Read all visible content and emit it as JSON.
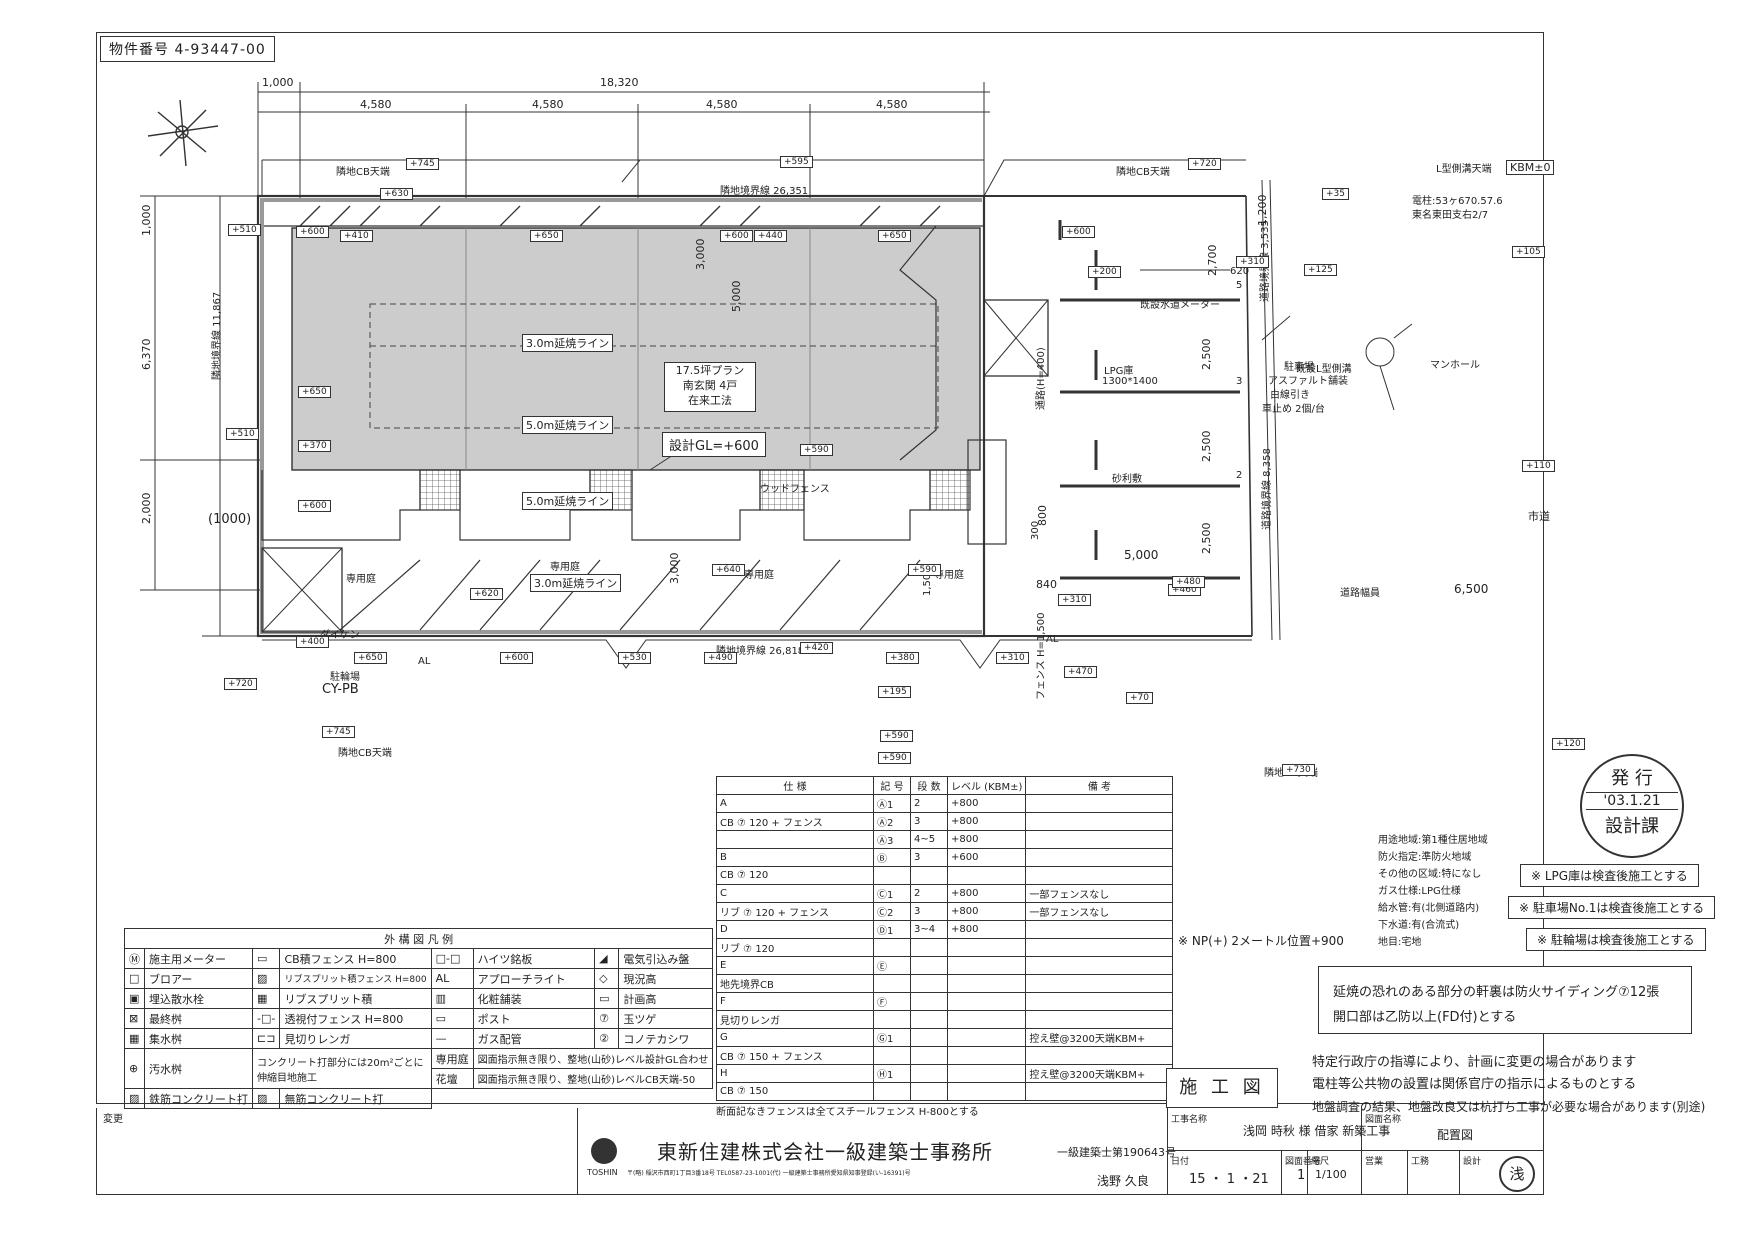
{
  "property_number": "物件番号 4-93447-00",
  "dims": {
    "total_width": "18,320",
    "left_offset": "1,000",
    "bay": "4,580",
    "top_boundary": "隣地境界線 26,351",
    "bottom_boundary": "隣地境界線 26,818",
    "left_boundary": "隣地境界線 11,867",
    "right_road_boundary": "道路境界線 8,358",
    "road_width": "6,500",
    "road_label": "道路幅員",
    "left_depth": "6,370",
    "left_lower": "2,000",
    "left_marker": "(1000)",
    "top_1000": "1,000",
    "parking_3000": "3,000",
    "parking_5000": "5,000",
    "parking_space_width": "5,000",
    "parking_2500_a": "2,500",
    "parking_2500_b": "2,500",
    "parking_2500_c": "2,500",
    "right_1200": "1,200",
    "right_2700": "2,700",
    "right_620": "620",
    "right_3535": "道路境界線 3,535",
    "plan_3000": "3,000",
    "rear_1500": "1,500",
    "right_840": "840",
    "right_800": "800",
    "right_300": "300",
    "num_3": "3",
    "num_2": "2",
    "num_5": "5"
  },
  "labels": {
    "cb_top_left": "隣地CB天端",
    "cb_top_right": "隣地CB天端",
    "cb_bottom_left": "隣地CB天端",
    "cb_bottom_right": "隣地CB天端",
    "bm": "L型側溝天端",
    "kbm": "KBM±0",
    "pole": "電柱:53ヶ670.57.6",
    "pole2": "東名東田支右2/7",
    "manhole": "マンホール",
    "road": "市道",
    "l_gutter": "既設L型側溝",
    "water_meter": "既設水道メーター",
    "lpg": "LPG庫",
    "lpg_size": "1300*1400",
    "parking": "駐車場",
    "asphalt": "アスファルト舗装",
    "white_line": "白線引き",
    "car_stop": "車止め 2個/台",
    "building": "17.5坪プラン",
    "building2": "南玄関 4戸",
    "building3": "在来工法",
    "gl": "設計GL=+600",
    "line_3m": "3.0m延焼ライン",
    "line_5m_a": "5.0m延焼ライン",
    "line_5m_b": "5.0m延焼ライン",
    "line_3m_b": "3.0m延焼ライン",
    "wood_fence": "ウッドフェンス",
    "private_garden": "専用庭",
    "private_garden2": "専用庭",
    "private_garden3": "専用庭",
    "private_garden4": "専用庭",
    "gravel": "砂利敷",
    "aisle": "通路(H=400)",
    "dust": "ダイケン",
    "bike": "駐輪場",
    "bike2": "CY-PB",
    "al": "AL",
    "al2": "AL",
    "fence_h": "フェンス H=1,500"
  },
  "levels": [
    "+745",
    "+595",
    "+720",
    "+35",
    "+630",
    "+510",
    "+600",
    "+410",
    "+650",
    "+600",
    "+440",
    "+650",
    "+600",
    "+200",
    "+310",
    "+125",
    "+105",
    "+650",
    "+510",
    "+590",
    "+370",
    "+600",
    "+640",
    "+590",
    "+310",
    "+400",
    "+650",
    "+620",
    "+600",
    "+530",
    "+490",
    "+420",
    "+380",
    "+310",
    "+470",
    "+460",
    "+480",
    "+195",
    "+70",
    "+590",
    "+745",
    "+590",
    "+730",
    "+120",
    "+720",
    "+110"
  ],
  "legend": {
    "title": "外 構 図 凡 例",
    "rows": [
      [
        "Ⓜ",
        "施主用メーター",
        "CB積フェンス H=800",
        "ハイツ銘板",
        "",
        "電気引込み盤"
      ],
      [
        "□",
        "ブロアー",
        "リブスプリット積フェンス H=800",
        "AL",
        "アプローチライト",
        "",
        "現況高"
      ],
      [
        "▣",
        "埋込散水栓",
        "リブスプリット積",
        "",
        "化粧舗装",
        "",
        "計画高"
      ],
      [
        "⊠",
        "最終桝",
        "透視付フェンス H=800",
        "",
        "ポスト",
        "⑦",
        "玉ツゲ"
      ],
      [
        "▦",
        "集水桝",
        "見切りレンガ",
        "",
        "ガス配管",
        "②",
        "コノテカシワ"
      ],
      [
        "⊕",
        "汚水桝"
      ]
    ],
    "concrete_note": "コンクリート打部分には20m²ごとに伸縮目地施工",
    "private_garden_row": "専用庭",
    "flower_row": "花壇",
    "garden_note": "図面指示無き限り、整地(山砂)レベル設計GL合わせ",
    "flower_note": "図面指示無き限り、整地(山砂)レベルCB天端-50",
    "rc_concrete": "鉄筋コンクリート打",
    "plain_concrete": "無筋コンクリート打"
  },
  "spec": {
    "headers": [
      "仕 様",
      "記 号",
      "段 数",
      "レベル (KBM±)",
      "備 考"
    ],
    "rows": [
      [
        "A",
        "Ⓐ1",
        "2",
        "+800",
        ""
      ],
      [
        "CB ⑦ 120 + フェンス",
        "Ⓐ2",
        "3",
        "+800",
        ""
      ],
      [
        "",
        "Ⓐ3",
        "4~5",
        "+800",
        ""
      ],
      [
        "B",
        "Ⓑ",
        "3",
        "+600",
        ""
      ],
      [
        "CB ⑦ 120",
        "",
        "",
        "",
        ""
      ],
      [
        "C",
        "Ⓒ1",
        "2",
        "+800",
        "一部フェンスなし"
      ],
      [
        "リブ ⑦ 120 + フェンス",
        "Ⓒ2",
        "3",
        "+800",
        "一部フェンスなし"
      ],
      [
        "D",
        "Ⓓ1",
        "3~4",
        "+800",
        ""
      ],
      [
        "リブ ⑦ 120",
        "",
        "",
        "",
        ""
      ],
      [
        "E",
        "Ⓔ",
        "",
        "",
        ""
      ],
      [
        "地先境界CB",
        "",
        "",
        "",
        ""
      ],
      [
        "F",
        "Ⓕ",
        "",
        "",
        ""
      ],
      [
        "見切りレンガ",
        "",
        "",
        "",
        ""
      ],
      [
        "G",
        "Ⓖ1",
        "",
        "",
        "控え壁@3200天端KBM+"
      ],
      [
        "CB ⑦ 150 + フェンス",
        "",
        "",
        "",
        ""
      ],
      [
        "H",
        "Ⓗ1",
        "",
        "",
        "控え壁@3200天端KBM+"
      ],
      [
        "CB ⑦ 150",
        "",
        "",
        "",
        ""
      ]
    ],
    "footnote": "断面記なきフェンスは全てスチールフェンス H-800とする"
  },
  "zoning": [
    "用途地域:第1種住居地域",
    "防火指定:準防火地域",
    "その他の区域:特になし",
    "ガス仕様:LPG仕様",
    "給水管:有(北側道路内)",
    "下水道:有(合流式)",
    "地目:宅地"
  ],
  "notes_right": [
    "※ LPG庫は検査後施工とする",
    "※ 駐車場No.1は検査後施工とする",
    "※ 駐輪場は検査後施工とする"
  ],
  "np_note": "※ NP(+) 2メートル位置+900",
  "fire_note1": "延焼の恐れのある部分の軒裏は防火サイディング⑦12張",
  "fire_note2": "開口部は乙防以上(FD付)とする",
  "general_notes": [
    "特定行政庁の指導により、計画に変更の場合があります",
    "電柱等公共物の設置は関係官庁の指示によるものとする",
    "地盤調査の結果、地盤改良又は杭打ち工事が必要な場合があります(別途)"
  ],
  "construction_stamp": "施 工 図",
  "issue_stamp": {
    "top": "発 行",
    "date": "'03.1.21",
    "bottom": "設計課"
  },
  "title_block": {
    "change": "変更",
    "company": "東新住建株式会社一級建築士事務所",
    "license": "一級建築士第190643号",
    "logo_text": "TOSHIN",
    "address": "〒(略) 稲沢市西町1丁目3番18号 TEL0587-23-1001(代) 一級建築士事務所愛知県知事登録(い-16391)号",
    "designer": "浅野 久良",
    "project_label": "工事名称",
    "project": "浅岡 時秋 様 借家 新築工事",
    "date_label": "日付",
    "date": "15 ・ 1 ・21",
    "drawing_no_label": "図面番号",
    "drawing_no": "1",
    "scale_label": "縮尺",
    "scale": "1/100",
    "drawing_name_label": "図面名称",
    "drawing_name": "配置図",
    "sales_label": "営業",
    "works_label": "工務",
    "design_label": "設計",
    "seal": "浅"
  }
}
